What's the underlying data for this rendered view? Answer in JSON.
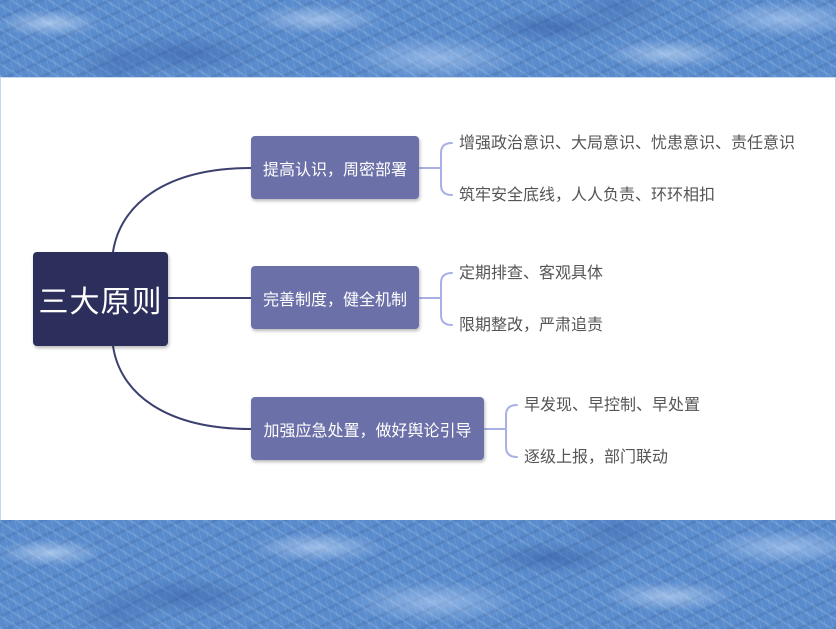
{
  "mindmap": {
    "root": {
      "label": "三大原则"
    },
    "branches": [
      {
        "label": "提高认识，周密部署",
        "items": [
          "增强政治意识、大局意识、忧患意识、责任意识",
          "筑牢安全底线，人人负责、环环相扣"
        ]
      },
      {
        "label": "完善制度，健全机制",
        "items": [
          "定期排查、客观具体",
          "限期整改，严肃追责"
        ]
      },
      {
        "label": "加强应急处置，做好舆论引导",
        "items": [
          "早发现、早控制、早处置",
          "逐级上报，部门联动"
        ]
      }
    ]
  },
  "colors": {
    "root_fill": "#2c2f5b",
    "branch_fill": "#6c70a8",
    "connector": "#3c406f",
    "bracket": "#a8b0e6",
    "leaf_text": "#555555",
    "panel": "#ffffff",
    "background": "#5a8ccd"
  }
}
